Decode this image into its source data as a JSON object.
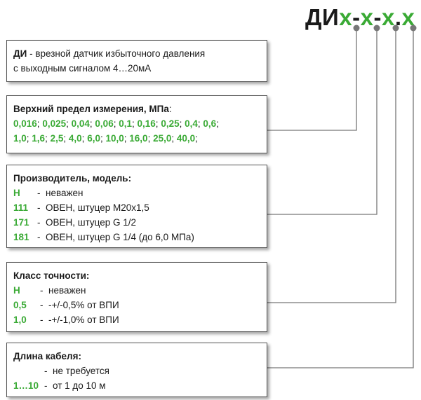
{
  "code": {
    "base": "ДИ",
    "x1": "x",
    "x2": "x",
    "x3": "x",
    "x4": "x",
    "dash1": "-",
    "dash2": "-",
    "dot": "."
  },
  "box1": {
    "prefix": "ДИ",
    "sep": " - ",
    "line1_rest": "врезной датчик избыточного давления",
    "line2": "с выходным сигналом 4…20мА"
  },
  "box2": {
    "title": "Верхний предел измерения, МПа",
    "title_colon": ":",
    "row1": [
      "0,016",
      "0,025",
      "0,04",
      "0,06",
      "0,1",
      "0,16",
      "0,25",
      "0,4",
      "0,6"
    ],
    "row2": [
      "1,0",
      "1,6",
      "2,5",
      "4,0",
      "6,0",
      "10,0",
      "16,0",
      "25,0",
      "40,0"
    ]
  },
  "box3": {
    "title": "Производитель, модель:",
    "items": [
      {
        "code": "Н",
        "text": "неважен"
      },
      {
        "code": "111",
        "text": "ОВЕН, штуцер М20x1,5"
      },
      {
        "code": "171",
        "text": "ОВЕН, штуцер G 1/2"
      },
      {
        "code": "181",
        "text": "ОВЕН, штуцер G 1/4 (до 6,0 МПа)"
      }
    ]
  },
  "box4": {
    "title": "Класс точности:",
    "items": [
      {
        "code": "Н",
        "text": "неважен"
      },
      {
        "code": "0,5",
        "text": "-+/-0,5% от ВПИ"
      },
      {
        "code": "1,0",
        "text": "-+/-1,0% от ВПИ"
      }
    ]
  },
  "box5": {
    "title": "Длина кабеля:",
    "items": [
      {
        "code": "",
        "text": "не требуется"
      },
      {
        "code": "1…10",
        "text": "от 1 до 10 м"
      }
    ]
  }
}
